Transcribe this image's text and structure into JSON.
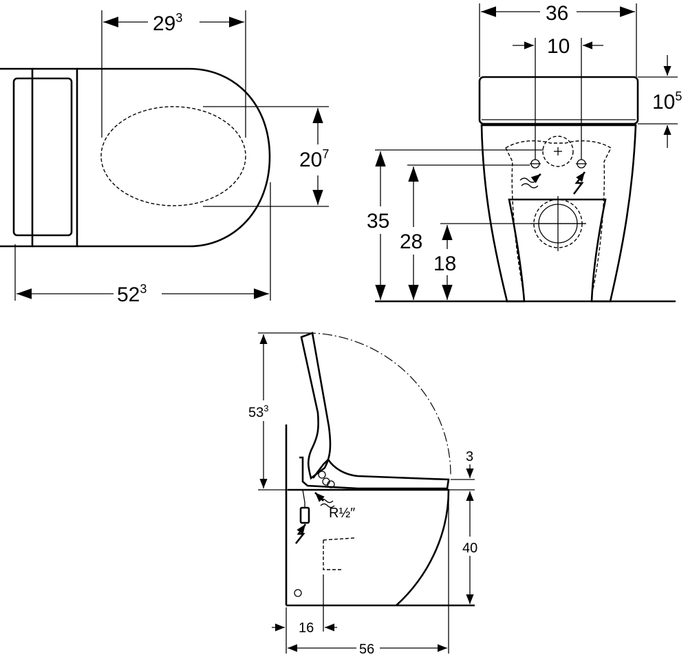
{
  "top_view": {
    "width_seat": {
      "main": "29",
      "sup": "3"
    },
    "seat_depth": {
      "main": "20",
      "sup": "7"
    },
    "total_length": {
      "main": "52",
      "sup": "3"
    }
  },
  "front_view": {
    "width": {
      "main": "36"
    },
    "connection_spacing": {
      "main": "10"
    },
    "tank_height": {
      "main": "10",
      "sup": "5"
    },
    "height_35": {
      "main": "35"
    },
    "height_28": {
      "main": "28"
    },
    "height_18": {
      "main": "18"
    }
  },
  "side_view": {
    "lid_height": {
      "main": "53",
      "sup": "3"
    },
    "gap": {
      "main": "3"
    },
    "bowl_height": {
      "main": "40"
    },
    "offset": {
      "main": "16"
    },
    "depth": {
      "main": "56"
    },
    "water_connection": "R½″"
  }
}
